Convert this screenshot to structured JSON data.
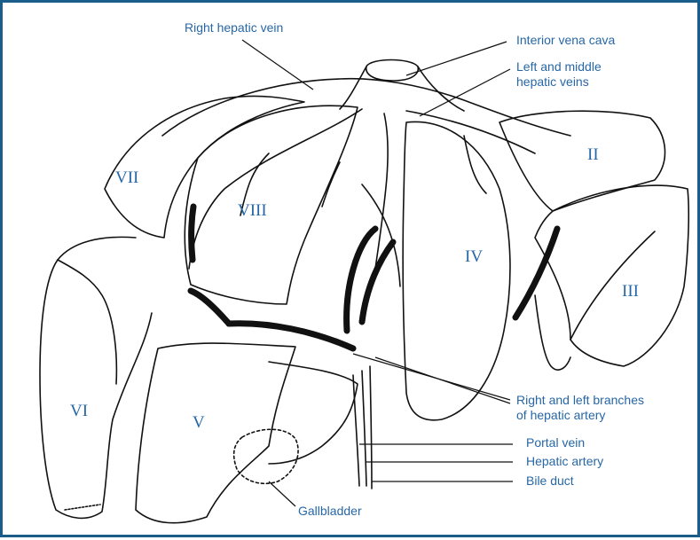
{
  "labels": {
    "right_hepatic_vein": "Right hepatic vein",
    "inferior_vena_cava": "Interior vena cava",
    "left_middle_hepatic_veins_1": "Left and middle",
    "left_middle_hepatic_veins_2": "hepatic veins",
    "hepatic_artery_branches_1": "Right and left branches",
    "hepatic_artery_branches_2": "of hepatic artery",
    "portal_vein": "Portal vein",
    "hepatic_artery": "Hepatic artery",
    "bile_duct": "Bile duct",
    "gallbladder": "Gallbladder"
  },
  "segments": {
    "ii": "II",
    "iii": "III",
    "iv": "IV",
    "v": "V",
    "vi": "VI",
    "vii": "VII",
    "viii": "VIII"
  },
  "colors": {
    "frame": "#1a5d8a",
    "label_text": "#2767a6",
    "outline": "#111111"
  }
}
